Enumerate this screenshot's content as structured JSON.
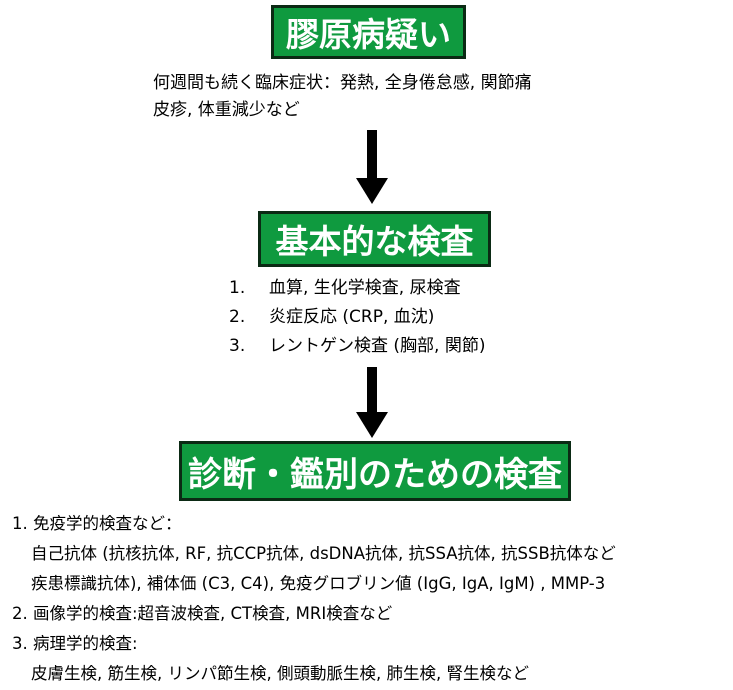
{
  "box1": {
    "label": "膠原病疑い"
  },
  "symptoms": {
    "line1": "何週間も続く臨床症状：発熱, 全身倦怠感, 関節痛",
    "line2": "皮疹, 体重減少など"
  },
  "box2": {
    "label": "基本的な検査"
  },
  "basic_tests": [
    {
      "num": "1.",
      "text": "血算, 生化学検査, 尿検査"
    },
    {
      "num": "2.",
      "text": "炎症反応 (CRP, 血沈)"
    },
    {
      "num": "3.",
      "text": "レントゲン検査 (胸部, 関節)"
    }
  ],
  "box3": {
    "label": "診断・鑑別のための検査"
  },
  "diag": {
    "l1": "1. 免疫学的検査など：",
    "l2": "自己抗体 (抗核抗体, RF, 抗CCP抗体, dsDNA抗体, 抗SSA抗体, 抗SSB抗体など",
    "l3": "疾患標識抗体), 補体価 (C3, C4), 免疫グロブリン値 (IgG, IgA, IgM) , MMP-3",
    "l4": "2. 画像学的検査:超音波検査, CT検査, MRI検査など",
    "l5": "3. 病理学的検査:",
    "l6": "皮膚生検, 筋生検, リンパ節生検, 側頭動脈生検, 肺生検, 腎生検など"
  },
  "colors": {
    "box_fill": "#0f9a3f",
    "box_border": "#0b2a14",
    "box_text": "#ffffff",
    "arrow": "#000000"
  }
}
